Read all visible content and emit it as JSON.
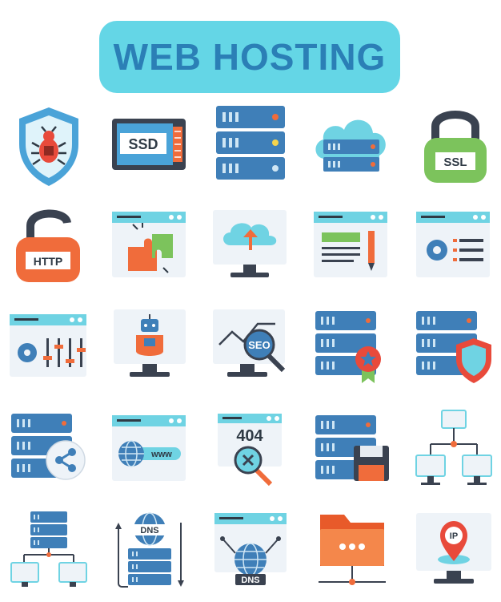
{
  "title": "WEB HOSTING",
  "colors": {
    "banner": "#64d6e6",
    "title_text": "#2b7fb6",
    "server_blue": "#3f7fb8",
    "server_dark": "#2c5f8e",
    "accent_orange": "#f06c3b",
    "accent_red": "#e84a3b",
    "accent_green": "#7cc35c",
    "window_light": "#eef3f8",
    "window_bar": "#6fd3e3",
    "ink": "#2f3a45"
  },
  "icons": {
    "r1": {
      "shield": "shield-bug-icon",
      "ssd": "SSD",
      "server": "server-rack-icon",
      "cloud": "cloud-server-icon",
      "ssl": "SSL"
    },
    "r2": {
      "http": "HTTP",
      "plugin": "puzzle-plugin-icon",
      "upload": "cloud-upload-monitor-icon",
      "editor": "content-editor-icon",
      "settings": "settings-window-icon"
    },
    "r3": {
      "control": "control-panel-icon",
      "bot": "robot-monitor-icon",
      "seo": "SEO",
      "award": "server-award-icon",
      "secure": "server-shield-icon"
    },
    "r4": {
      "share": "server-share-icon",
      "www": "www",
      "error": "404",
      "backup": "server-backup-icon",
      "network": "network-diagram-icon"
    },
    "r5": {
      "hub": "server-network-icon",
      "dns": "DNS",
      "dns_globe": "DNS",
      "folder": "network-folder-icon",
      "ip": "IP"
    }
  }
}
